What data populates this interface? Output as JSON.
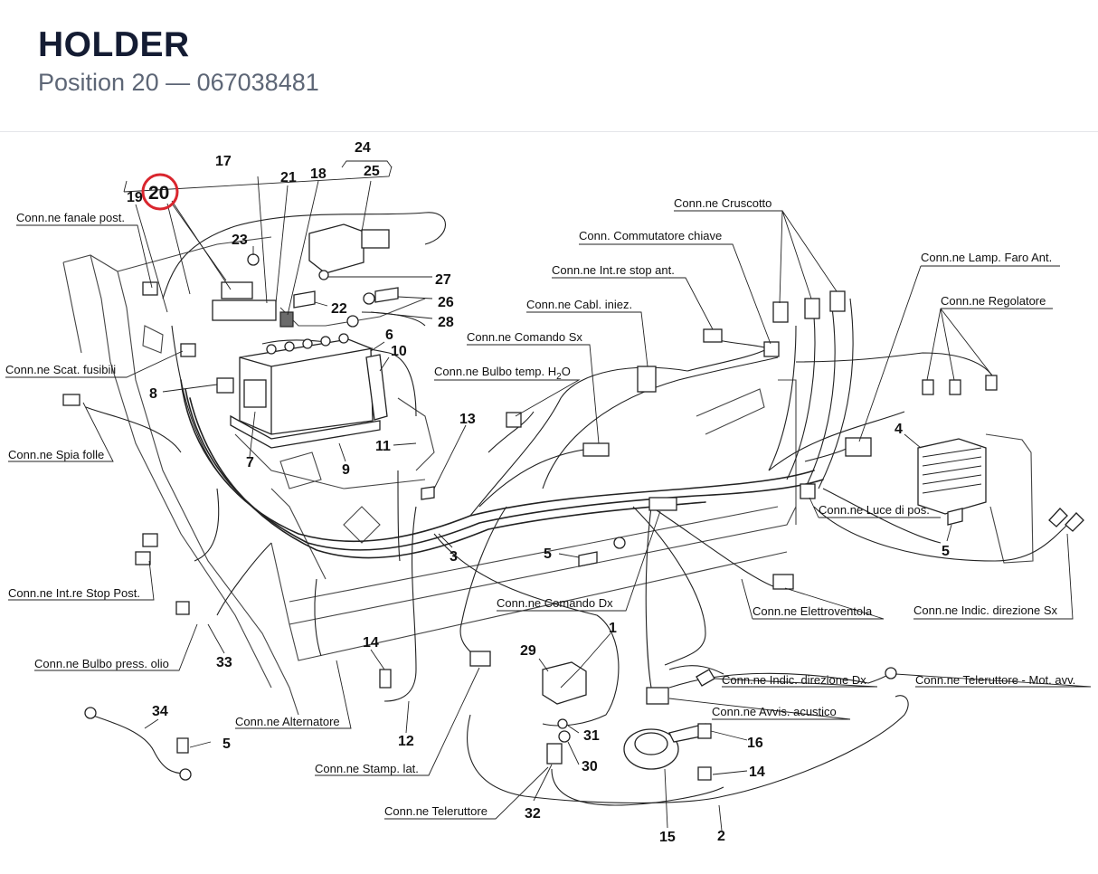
{
  "header": {
    "title": "HOLDER",
    "subtitle": "Position 20 — 067038481"
  },
  "highlight": {
    "label": "20",
    "color": "#d9262e"
  },
  "callouts": [
    {
      "label": "17"
    },
    {
      "label": "19"
    },
    {
      "label": "21"
    },
    {
      "label": "18"
    },
    {
      "label": "24"
    },
    {
      "label": "25"
    },
    {
      "label": "23"
    },
    {
      "label": "27"
    },
    {
      "label": "26"
    },
    {
      "label": "28"
    },
    {
      "label": "22"
    },
    {
      "label": "6"
    },
    {
      "label": "10"
    },
    {
      "label": "8"
    },
    {
      "label": "7"
    },
    {
      "label": "9"
    },
    {
      "label": "11"
    },
    {
      "label": "13"
    },
    {
      "label": "3"
    },
    {
      "label": "5"
    },
    {
      "label": "4"
    },
    {
      "label": "5"
    },
    {
      "label": "1"
    },
    {
      "label": "29"
    },
    {
      "label": "14"
    },
    {
      "label": "12"
    },
    {
      "label": "31"
    },
    {
      "label": "30"
    },
    {
      "label": "32"
    },
    {
      "label": "16"
    },
    {
      "label": "14"
    },
    {
      "label": "15"
    },
    {
      "label": "2"
    },
    {
      "label": "33"
    },
    {
      "label": "34"
    },
    {
      "label": "5"
    }
  ],
  "connectors": [
    {
      "label": "Conn.ne fanale post."
    },
    {
      "label": "Conn.ne Scat. fusibili"
    },
    {
      "label": "Conn.ne Spia folle"
    },
    {
      "label": "Conn.ne Int.re Stop Post."
    },
    {
      "label": "Conn.ne Bulbo press. olio"
    },
    {
      "label": "Conn.ne Alternatore"
    },
    {
      "label": "Conn.ne Stamp. lat."
    },
    {
      "label": "Conn.ne Teleruttore"
    },
    {
      "label": "Conn.ne Cruscotto"
    },
    {
      "label": "Conn. Commutatore chiave"
    },
    {
      "label": "Conn.ne Int.re stop ant."
    },
    {
      "label": "Conn.ne Cabl. iniez."
    },
    {
      "label": "Conn.ne Comando Sx"
    },
    {
      "label": "Conn.ne Bulbo temp. H"
    },
    {
      "label": "Conn.ne Lamp. Faro Ant."
    },
    {
      "label": "Conn.ne Regolatore"
    },
    {
      "label": "Conn.ne Luce di pos."
    },
    {
      "label": "Conn.ne Comando Dx"
    },
    {
      "label": "Conn.ne Elettroventola"
    },
    {
      "label": "Conn.ne Indic. direzione Sx"
    },
    {
      "label": "Conn.ne Indic. direzione Dx"
    },
    {
      "label": "Conn.ne Teleruttore - Mot. avv."
    },
    {
      "label": "Conn.ne Avvis. acustico"
    }
  ],
  "bulbo_sub": "2",
  "bulbo_tail": "O"
}
